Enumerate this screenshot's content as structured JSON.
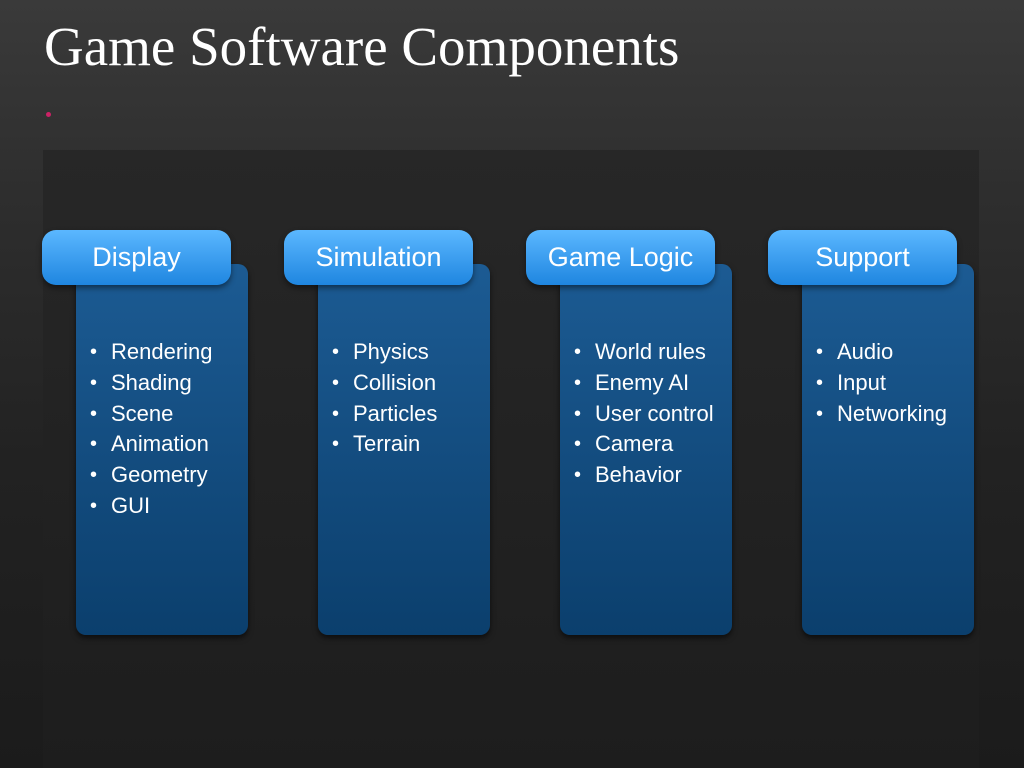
{
  "title": "Game Software Components",
  "colors": {
    "header_top": "#5bb7ff",
    "header_bottom": "#1f86e0",
    "body_top": "#1c5b93",
    "body_bottom": "#0b3f6d",
    "dot": "#cc2266"
  },
  "columns": [
    {
      "header": "Display",
      "items": [
        "Rendering",
        "Shading",
        "Scene",
        "Animation",
        "Geometry",
        "GUI"
      ]
    },
    {
      "header": "Simulation",
      "items": [
        "Physics",
        "Collision",
        "Particles",
        "Terrain"
      ]
    },
    {
      "header": "Game Logic",
      "items": [
        "World rules",
        "Enemy AI",
        "User control",
        "Camera",
        "Behavior"
      ]
    },
    {
      "header": "Support",
      "items": [
        "Audio",
        "Input",
        "Networking"
      ]
    }
  ]
}
